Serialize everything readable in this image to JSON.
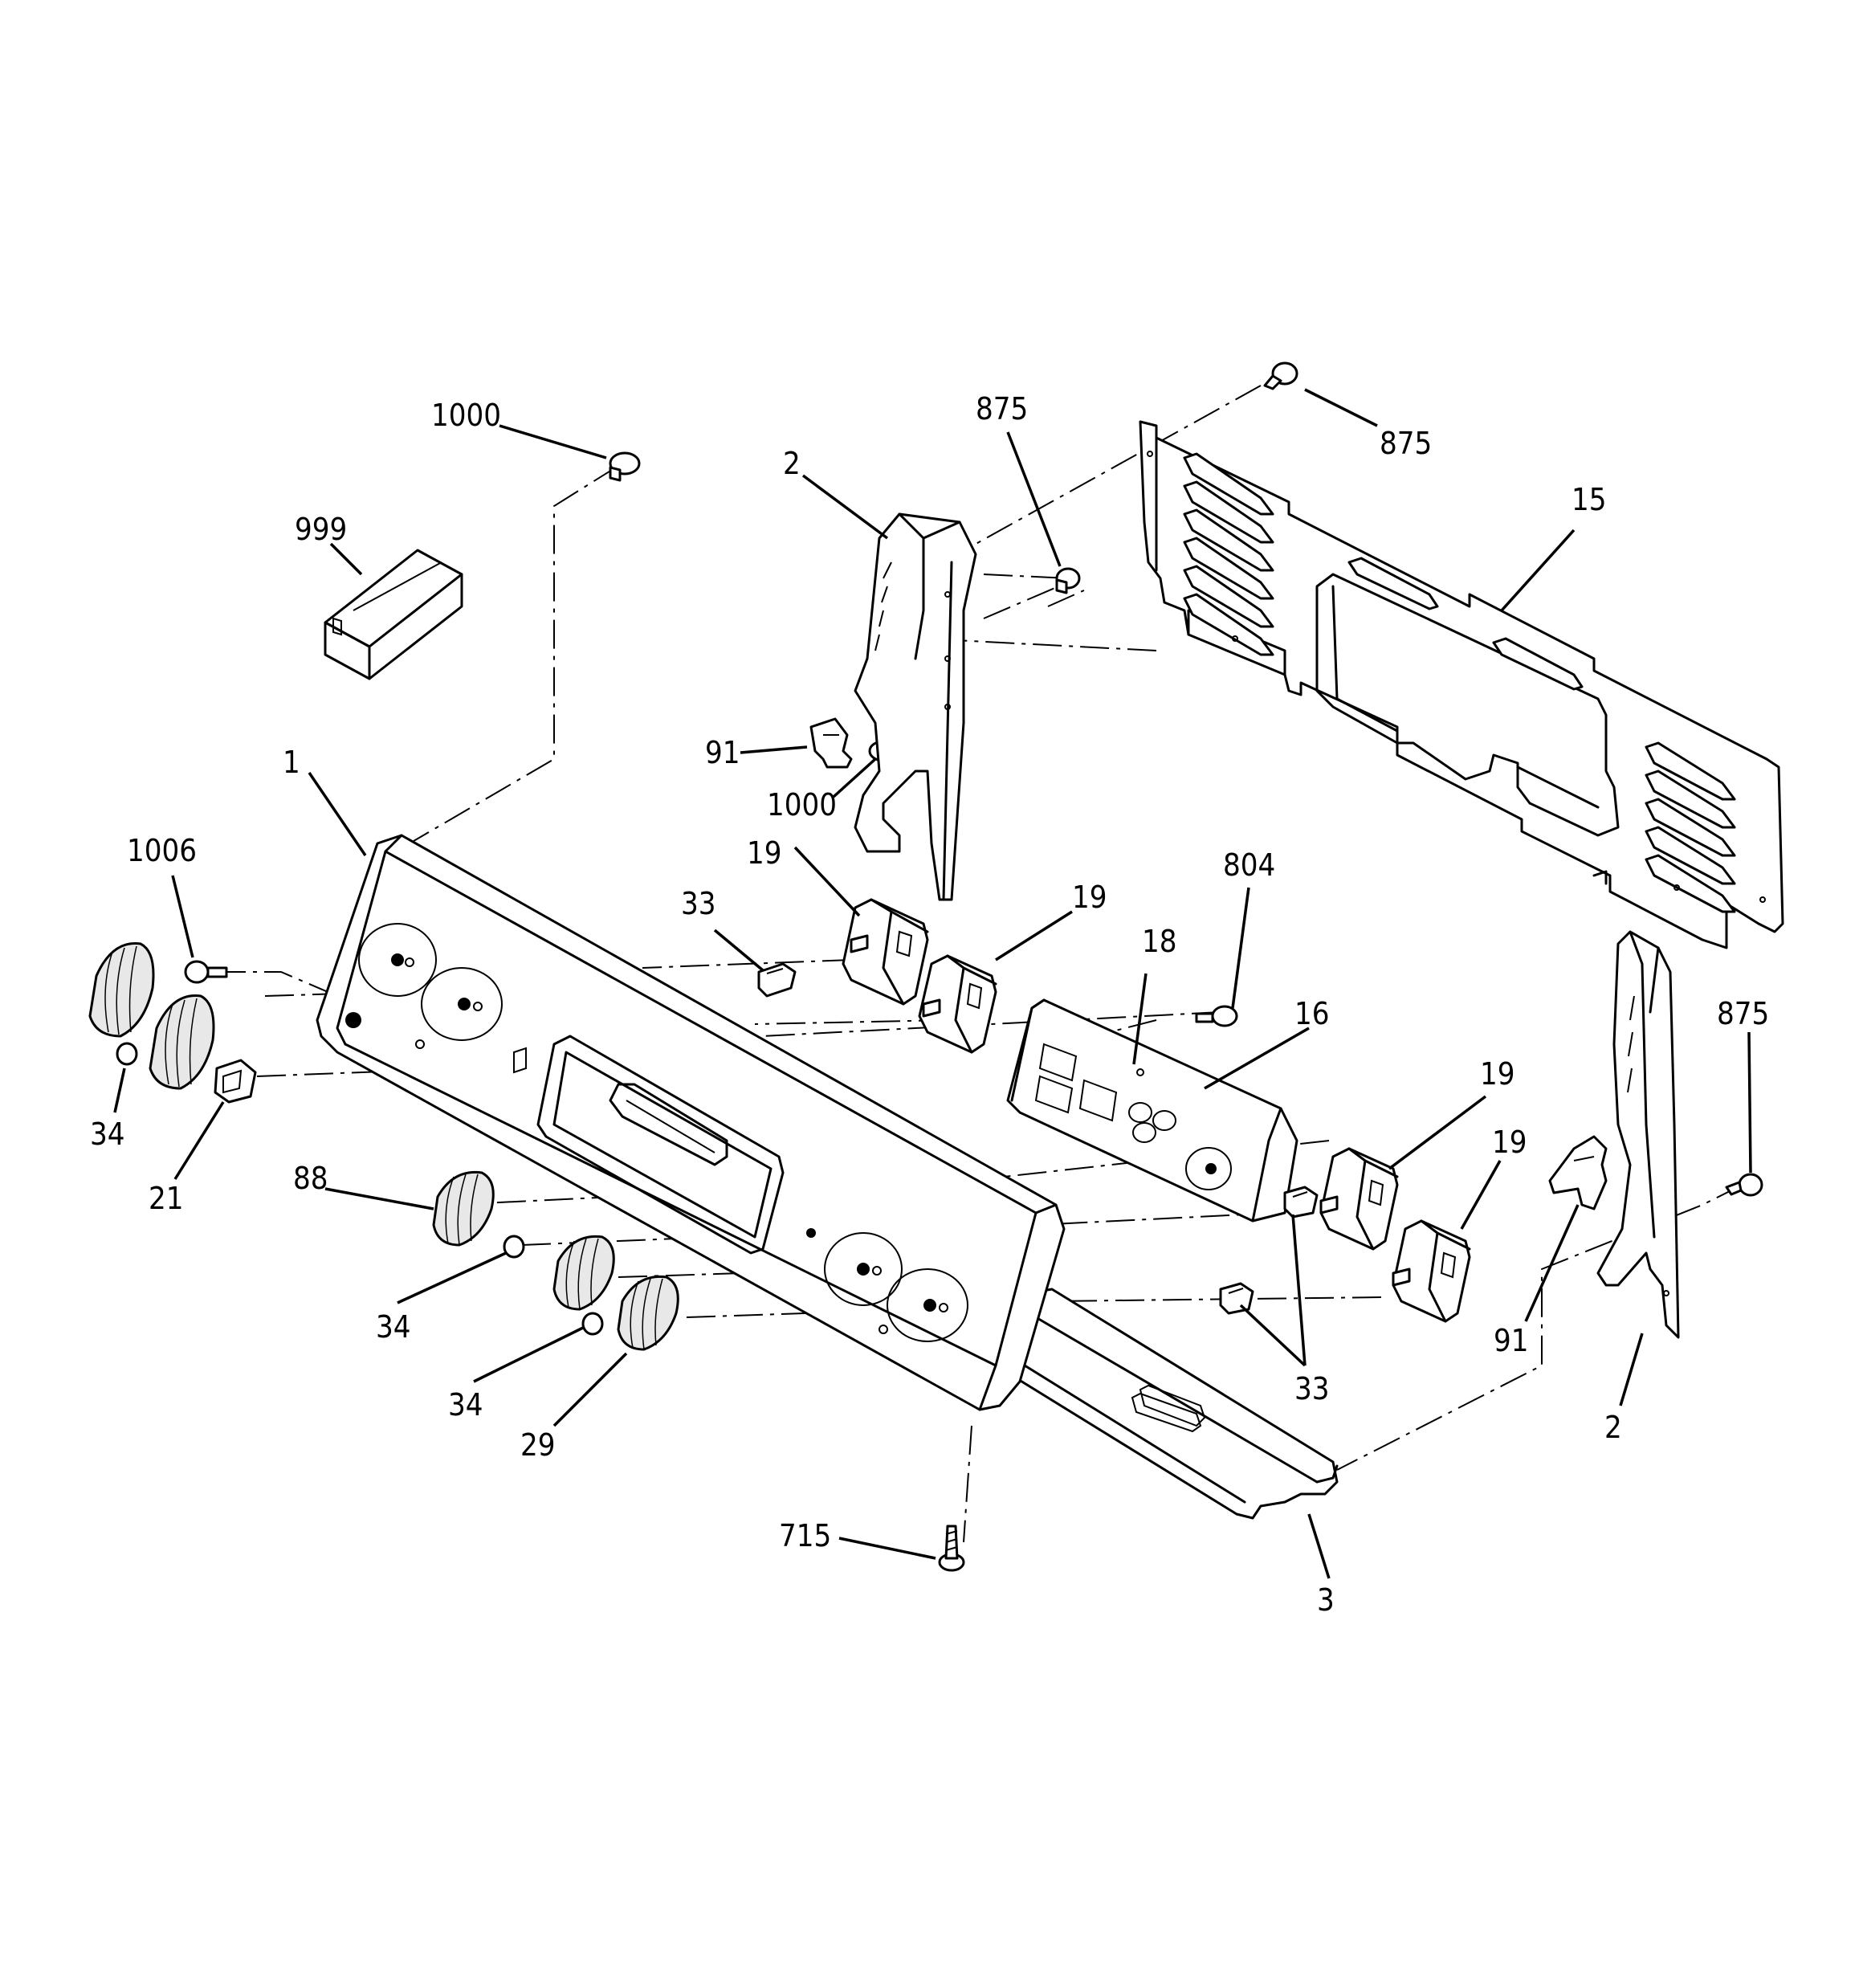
{
  "labels": {
    "l1000a": "1000",
    "l999": "999",
    "l1": "1",
    "l1006": "1006",
    "l34a": "34",
    "l21": "21",
    "l88": "88",
    "l34b": "34",
    "l34c": "34",
    "l29": "29",
    "l715": "715",
    "l2a": "2",
    "l875a": "875",
    "l91a": "91",
    "l1000b": "1000",
    "l33a": "33",
    "l19a": "19",
    "l19b": "19",
    "l18": "18",
    "l804": "804",
    "l16": "16",
    "l875b": "875",
    "l15": "15",
    "l875c": "875",
    "l19c": "19",
    "l19d": "19",
    "l33b": "33",
    "l91b": "91",
    "l2b": "2",
    "l3": "3"
  }
}
